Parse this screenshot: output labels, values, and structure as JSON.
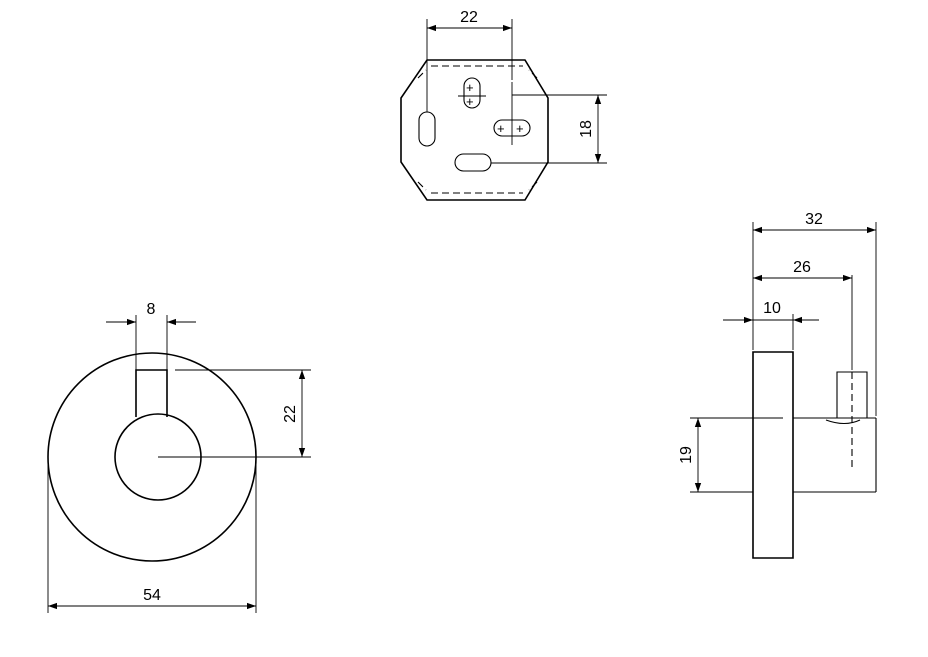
{
  "dimensions": {
    "plate_slot_spacing": "22",
    "plate_vertical_offset": "18",
    "front_slot_width": "8",
    "front_hook_offset": "22",
    "front_diameter": "54",
    "side_total_depth": "32",
    "side_hook_depth": "26",
    "side_base_thickness": "10",
    "side_hook_height": "19"
  }
}
